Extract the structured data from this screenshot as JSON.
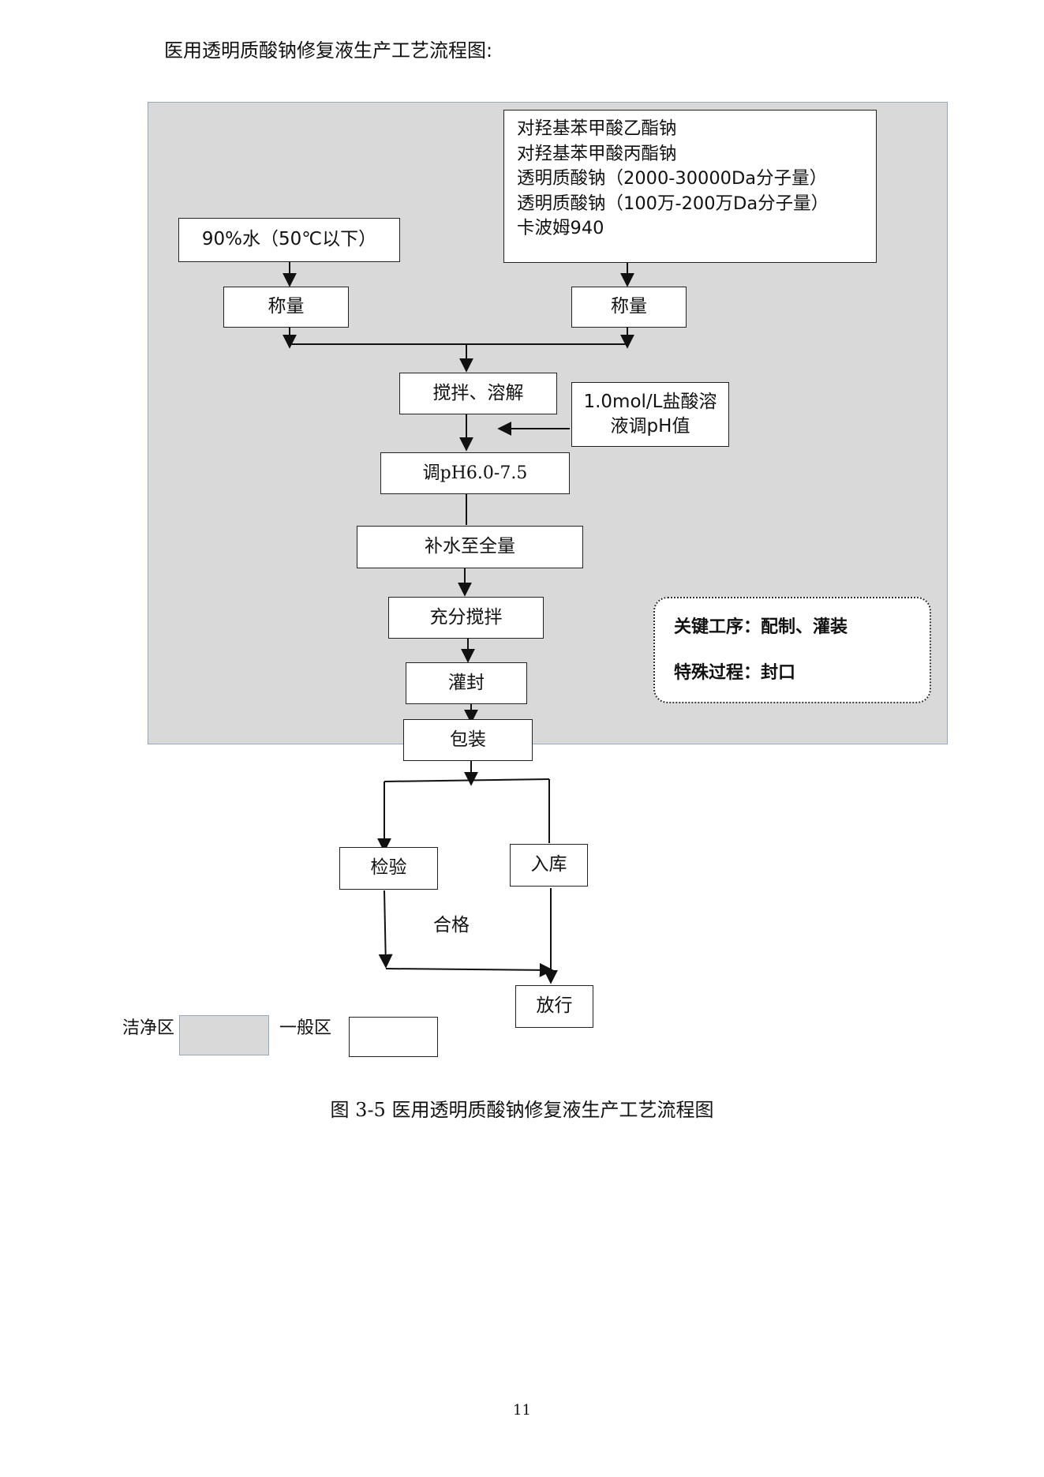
{
  "page": {
    "heading": "医用透明质酸钠修复液生产工艺流程图:",
    "caption": "图 3-5 医用透明质酸钠修复液生产工艺流程图",
    "page_number": "11"
  },
  "flow": {
    "water_input": "90%水（50℃以下）",
    "materials": [
      "对羟基苯甲酸乙酯钠",
      "对羟基苯甲酸丙酯钠",
      "透明质酸钠（2000-30000Da分子量）",
      "透明质酸钠（100万-200万Da分子量）",
      "卡波姆940"
    ],
    "weigh_left": "称量",
    "weigh_right": "称量",
    "stir_dissolve": "搅拌、溶解",
    "hcl_line1": "1.0mol/L盐酸溶",
    "hcl_line2": "液调pH值",
    "adjust_ph": "调pH6.0-7.5",
    "add_water": "补水至全量",
    "full_stir": "充分搅拌",
    "fill_seal": "灌封",
    "packaging": "包装",
    "inspection": "检验",
    "warehouse": "入库",
    "qualified": "合格",
    "release": "放行"
  },
  "note": {
    "key_process": "关键工序：配制、灌装",
    "special_process": "特殊过程：封口"
  },
  "legend": {
    "clean_area": "洁净区",
    "general_area": "一般区"
  },
  "colors": {
    "clean_area_fill": "#d9d9d9",
    "clean_area_border": "#8eaacb",
    "box_border": "#222222",
    "general_area_fill": "#ffffff"
  }
}
